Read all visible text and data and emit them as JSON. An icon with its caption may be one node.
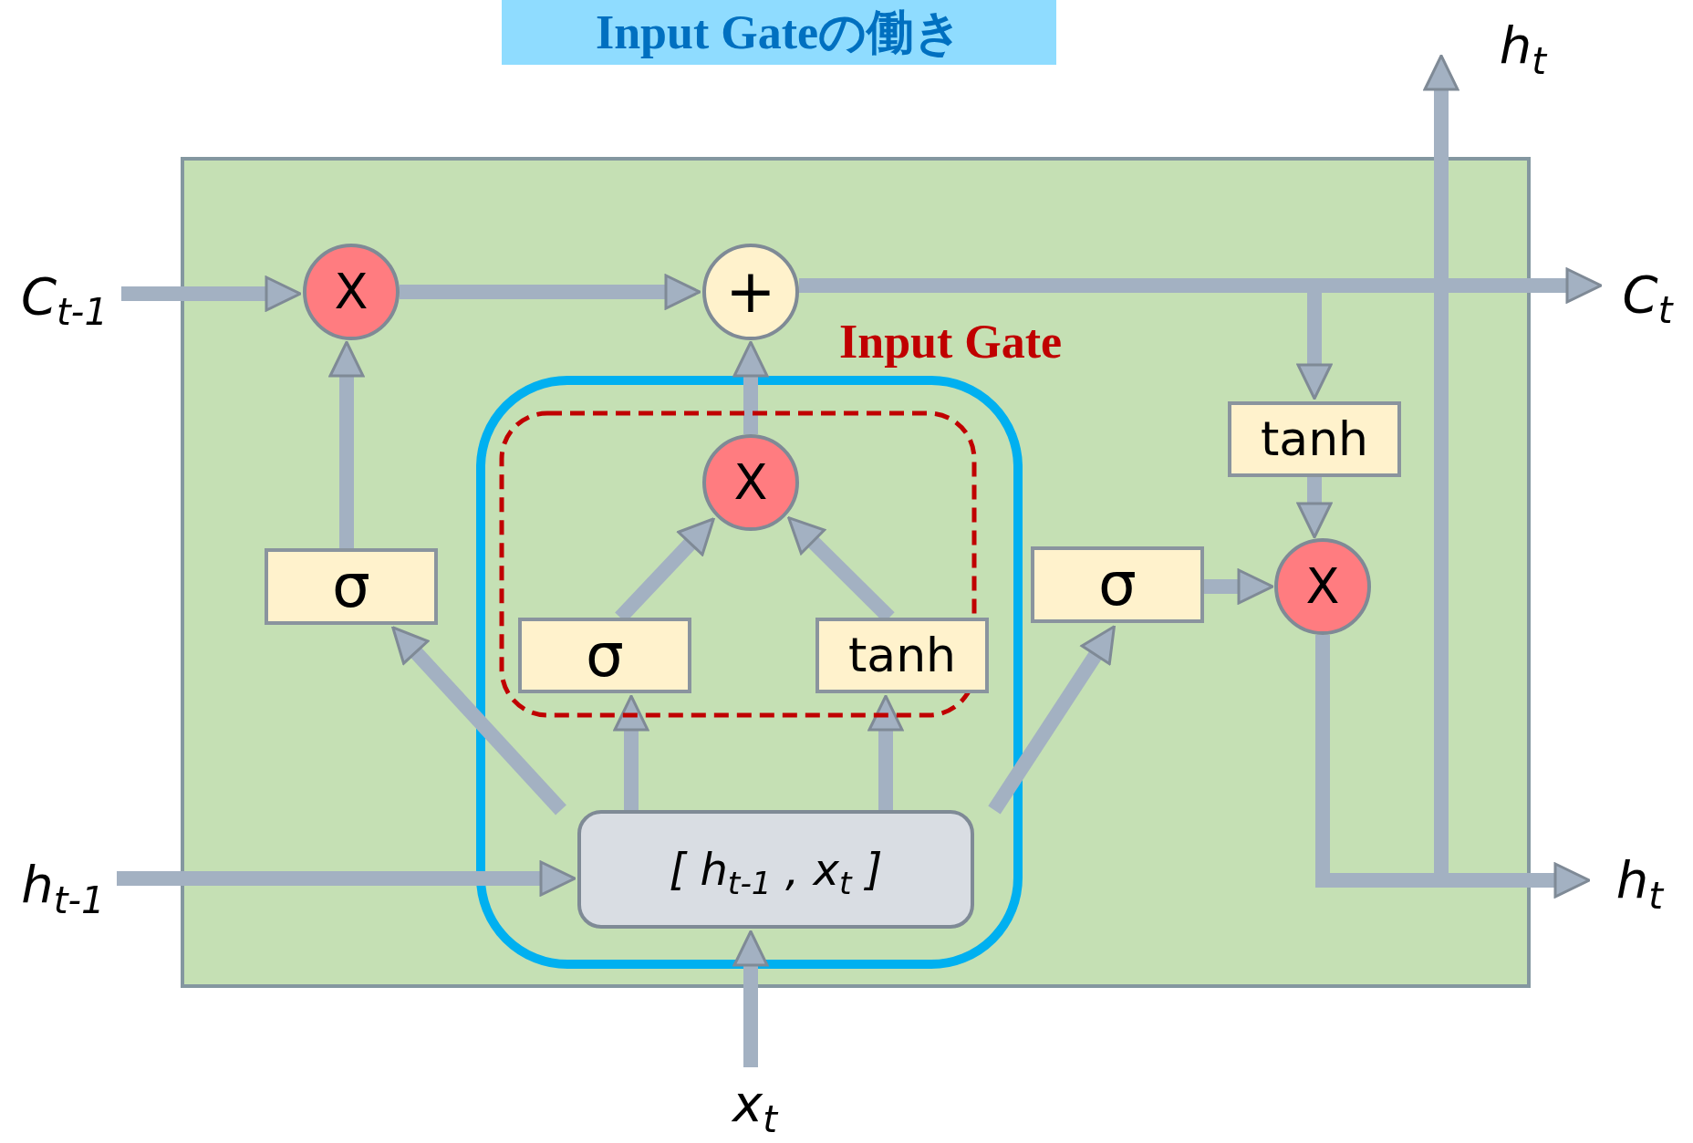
{
  "diagram": {
    "title": "Input Gateの働き",
    "nodes": [
      {
        "text": [
          "h$_{t}$"
        ]
      },
      {
        "text": [
          "C$_{t-1}$"
        ]
      },
      {
        "text": [
          "X"
        ]
      },
      {
        "text": [
          "+"
        ]
      },
      {
        "text": [
          "C$_{t}$"
        ]
      },
      {
        "text": [
          "Input Gate"
        ]
      },
      {
        "text": [
          "X"
        ],
        "in": 5
      },
      {
        "text": [
          "tanh"
        ]
      },
      {
        "text": [
          "σ"
        ]
      },
      {
        "text": [
          "σ"
        ],
        "in": 5
      },
      {
        "text": [
          "tanh"
        ]
      },
      {
        "text": [
          "σ"
        ]
      },
      {
        "text": [
          "X"
        ]
      },
      {
        "text": [
          "h$_{t-1}$"
        ]
      },
      {
        "text": [
          "[ h$_{t-1}$ , x$_{t}$ ]"
        ]
      },
      {
        "text": [
          "h$_{t}$"
        ]
      },
      {
        "text": [
          "x$_{t}$"
        ]
      }
    ],
    "edges": [
      {
        "from": 1,
        "to": 2,
        "arrow": "to"
      },
      {
        "from": 2,
        "to": 3,
        "arrow": "to"
      },
      {
        "from": 3,
        "to": 4,
        "arrow": "to"
      },
      {
        "from": 3,
        "to": 7,
        "arrow": "to"
      },
      {
        "from": 7,
        "to": 12,
        "arrow": "to"
      },
      {
        "from": 11,
        "to": 12,
        "arrow": "to"
      },
      {
        "from": 12,
        "to": 15,
        "arrow": "to"
      },
      {
        "from": 12,
        "to": 0,
        "arrow": "to"
      },
      {
        "from": 8,
        "to": 2,
        "arrow": "to"
      },
      {
        "from": 6,
        "to": 3,
        "arrow": "to"
      },
      {
        "from": 9,
        "to": 6,
        "arrow": "to"
      },
      {
        "from": 10,
        "to": 6,
        "arrow": "to"
      },
      {
        "from": 14,
        "to": 8,
        "arrow": "to"
      },
      {
        "from": 14,
        "to": 9,
        "arrow": "to"
      },
      {
        "from": 14,
        "to": 10,
        "arrow": "to"
      },
      {
        "from": 14,
        "to": 11,
        "arrow": "to"
      },
      {
        "from": 13,
        "to": 14,
        "arrow": "to"
      },
      {
        "from": 16,
        "to": 14,
        "arrow": "to"
      }
    ]
  }
}
